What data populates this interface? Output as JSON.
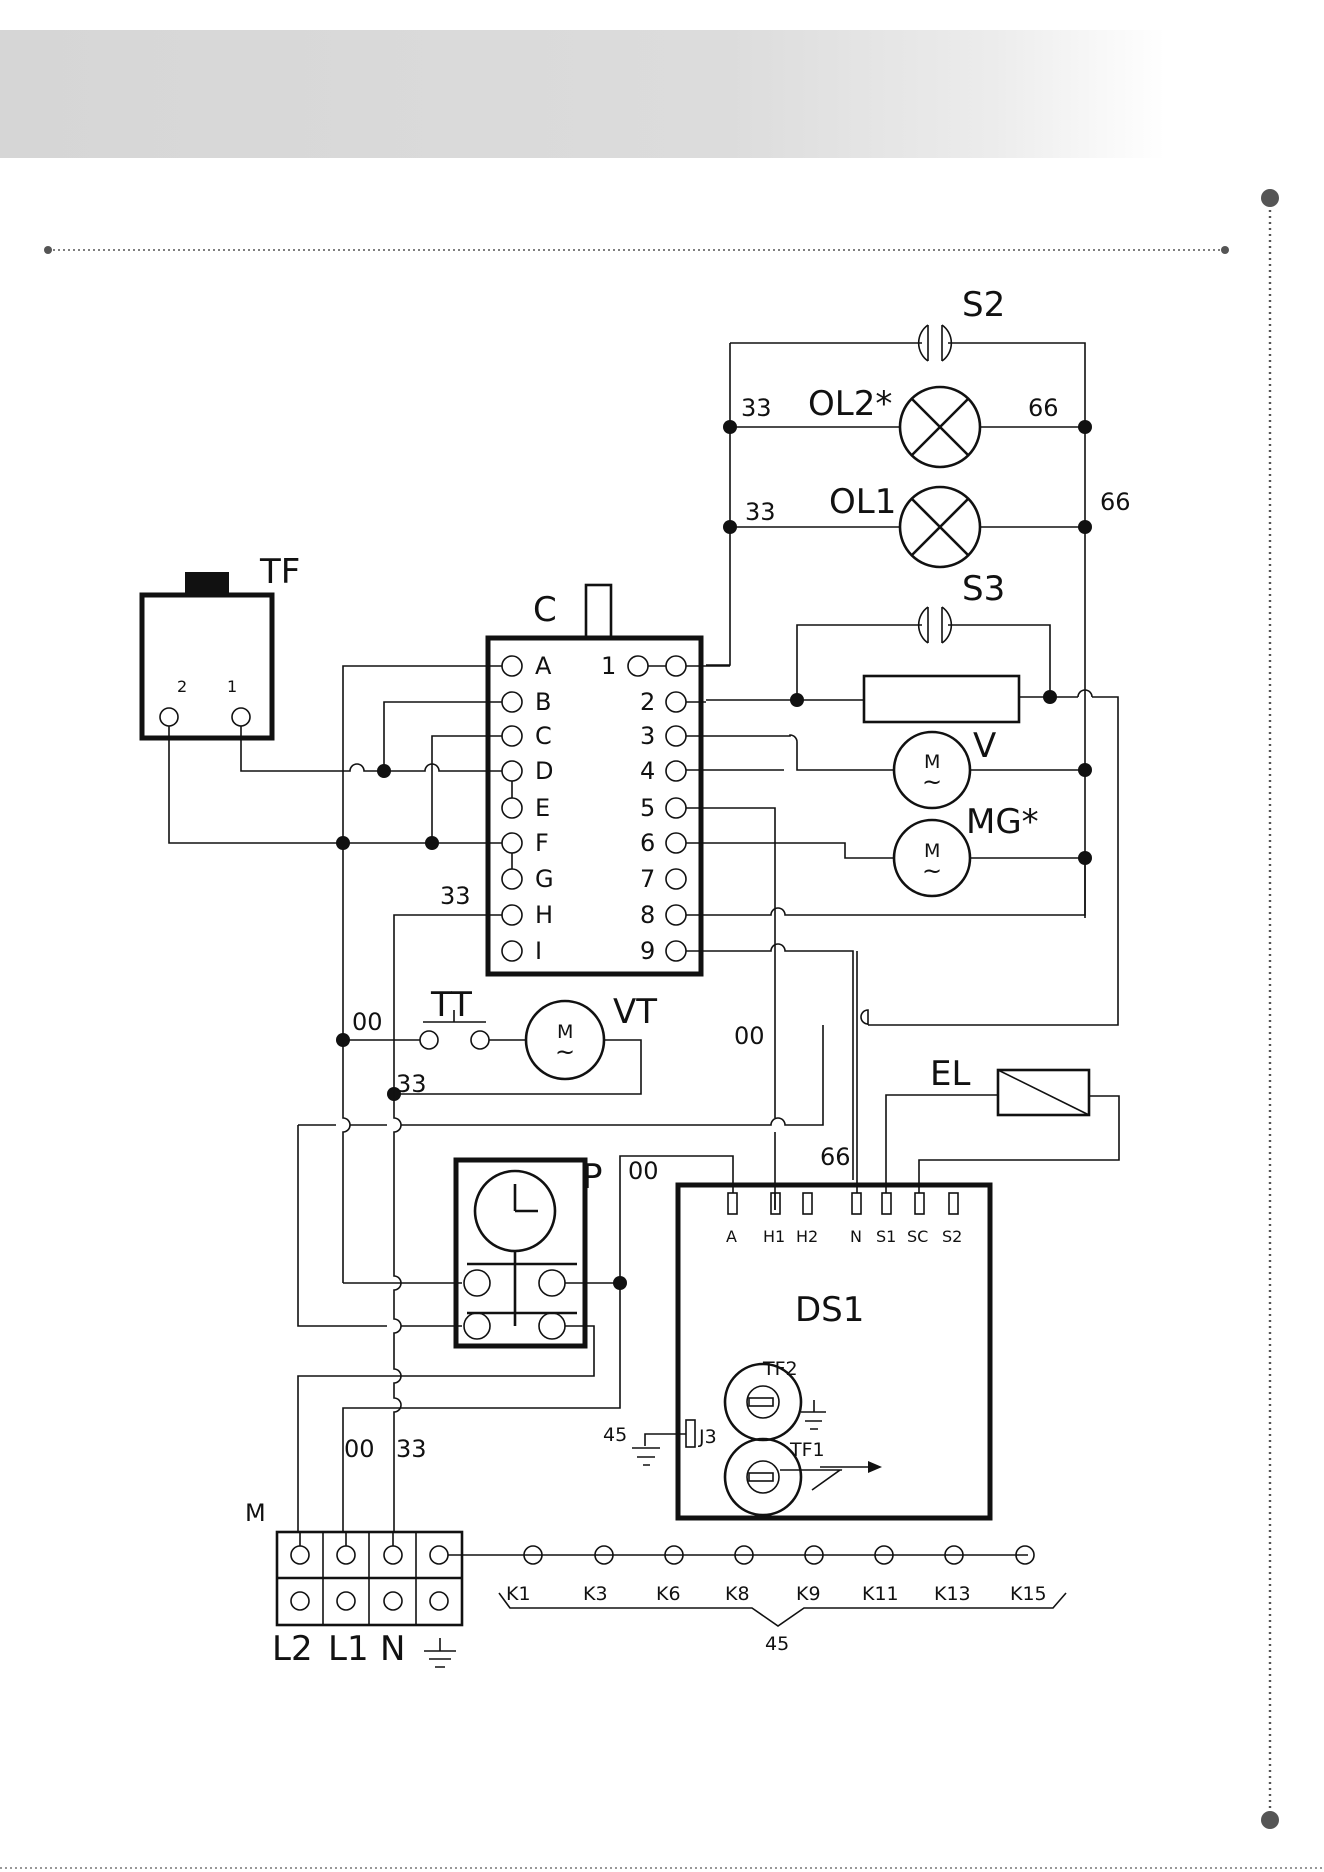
{
  "labels": {
    "S2": "S2",
    "OL2": "OL2*",
    "OL1": "OL1",
    "S3": "S3",
    "TF": "TF",
    "C": "C",
    "V": "V",
    "MG": "MG*",
    "TT": "TT",
    "VT": "VT",
    "EL": "EL",
    "P": "P",
    "DS1": "DS1",
    "M": "M",
    "TF2": "TF2",
    "TF1": "TF1",
    "J3": "J3",
    "motor_M": "M",
    "tilde": "~"
  },
  "wire_numbers": {
    "w33_ol2": "33",
    "w66_ol2": "66",
    "w33_ol1": "33",
    "w66_ol1": "66",
    "w33_h": "33",
    "w00_tt": "00",
    "w33_vt": "33",
    "w00_mid": "00",
    "w00_p": "00",
    "w66_ds": "66",
    "w45": "45",
    "w00_bot": "00",
    "w33_bot": "33",
    "w45_bus": "45"
  },
  "tf_pins": [
    "2",
    "1"
  ],
  "c_left_pins": [
    "A",
    "B",
    "C",
    "D",
    "E",
    "F",
    "G",
    "H",
    "I"
  ],
  "c_right_pins": [
    "1",
    "2",
    "3",
    "4",
    "5",
    "6",
    "7",
    "8",
    "9"
  ],
  "ds1_pins": [
    "A",
    "H1",
    "H2",
    "N",
    "S1",
    "SC",
    "S2"
  ],
  "terminal_labels": [
    "L2",
    "L1",
    "N"
  ],
  "k_terminals": [
    "K1",
    "K3",
    "K6",
    "K8",
    "K9",
    "K11",
    "K13",
    "K15"
  ]
}
